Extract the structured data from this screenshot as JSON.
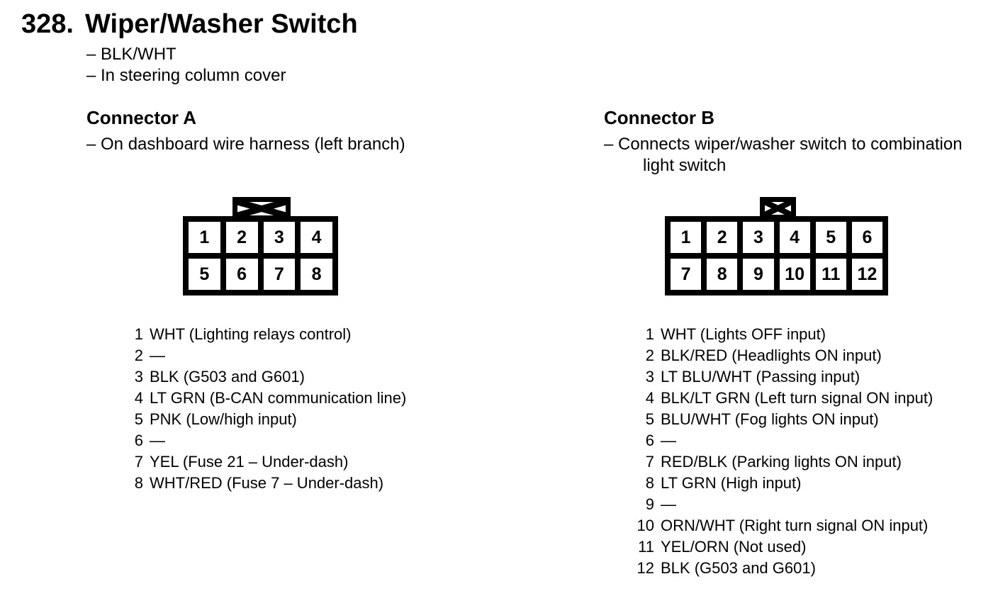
{
  "colors": {
    "ink": "#000000",
    "paper": "#ffffff"
  },
  "page": {
    "number": "328.",
    "title": "Wiper/Washer Switch",
    "notes": [
      "– BLK/WHT",
      "– In steering column cover"
    ]
  },
  "connector_a": {
    "heading": "Connector A",
    "note_lines": [
      "– On dashboard wire harness (left branch)"
    ],
    "pin_rows": [
      [
        "1",
        "2",
        "3",
        "4"
      ],
      [
        "5",
        "6",
        "7",
        "8"
      ]
    ],
    "pins": [
      {
        "num": "1",
        "desc": "WHT (Lighting relays control)"
      },
      {
        "num": "2",
        "desc": "—"
      },
      {
        "num": "3",
        "desc": "BLK (G503 and G601)"
      },
      {
        "num": "4",
        "desc": "LT GRN (B-CAN communication line)"
      },
      {
        "num": "5",
        "desc": "PNK (Low/high input)"
      },
      {
        "num": "6",
        "desc": "—"
      },
      {
        "num": "7",
        "desc": "YEL (Fuse 21 – Under-dash)"
      },
      {
        "num": "8",
        "desc": "WHT/RED (Fuse 7 – Under-dash)"
      }
    ]
  },
  "connector_b": {
    "heading": "Connector B",
    "note_lines": [
      "– Connects wiper/washer switch to combination",
      "light switch"
    ],
    "pin_rows": [
      [
        "1",
        "2",
        "3",
        "4",
        "5",
        "6"
      ],
      [
        "7",
        "8",
        "9",
        "10",
        "11",
        "12"
      ]
    ],
    "pins": [
      {
        "num": "1",
        "desc": "WHT (Lights OFF input)"
      },
      {
        "num": "2",
        "desc": "BLK/RED (Headlights ON input)"
      },
      {
        "num": "3",
        "desc": "LT BLU/WHT (Passing input)"
      },
      {
        "num": "4",
        "desc": "BLK/LT GRN (Left turn signal ON input)"
      },
      {
        "num": "5",
        "desc": "BLU/WHT (Fog lights ON input)"
      },
      {
        "num": "6",
        "desc": "—"
      },
      {
        "num": "7",
        "desc": "RED/BLK (Parking lights ON input)"
      },
      {
        "num": "8",
        "desc": "LT GRN (High input)"
      },
      {
        "num": "9",
        "desc": "—"
      },
      {
        "num": "10",
        "desc": "ORN/WHT (Right turn signal ON input)"
      },
      {
        "num": "11",
        "desc": "YEL/ORN (Not used)"
      },
      {
        "num": "12",
        "desc": "BLK (G503 and G601)"
      }
    ]
  }
}
